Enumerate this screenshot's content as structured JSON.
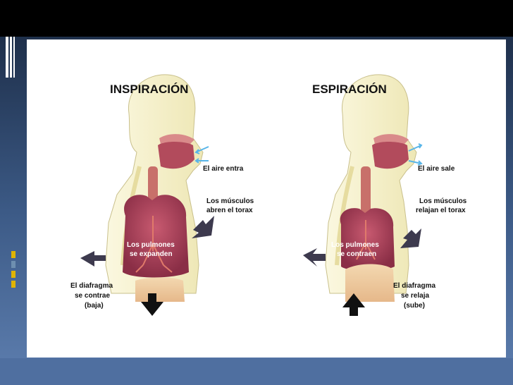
{
  "left": {
    "title": "INSPIRACIÓN",
    "air": "El aire entra",
    "muscles": [
      "Los músculos",
      "abren el torax"
    ],
    "lungs": [
      "Los pulmones",
      "se expanden"
    ],
    "diaphragm": [
      "El diafragma",
      "se contrae",
      "(baja)"
    ]
  },
  "right": {
    "title": "ESPIRACIÓN",
    "air": "El aire sale",
    "muscles": [
      "Los músculos",
      "relajan el torax"
    ],
    "lungs": [
      "Los pulmones",
      "se contraen"
    ],
    "diaphragm": [
      "El diafragma",
      "se relaja",
      "(sube)"
    ]
  },
  "colors": {
    "skin": "#f4f0c8",
    "lung": "#a8425a",
    "arrow": "#3d3a4e",
    "air": "#58b5e8",
    "frame_top": "#000000",
    "frame_bottom": "#4f6fa0"
  }
}
